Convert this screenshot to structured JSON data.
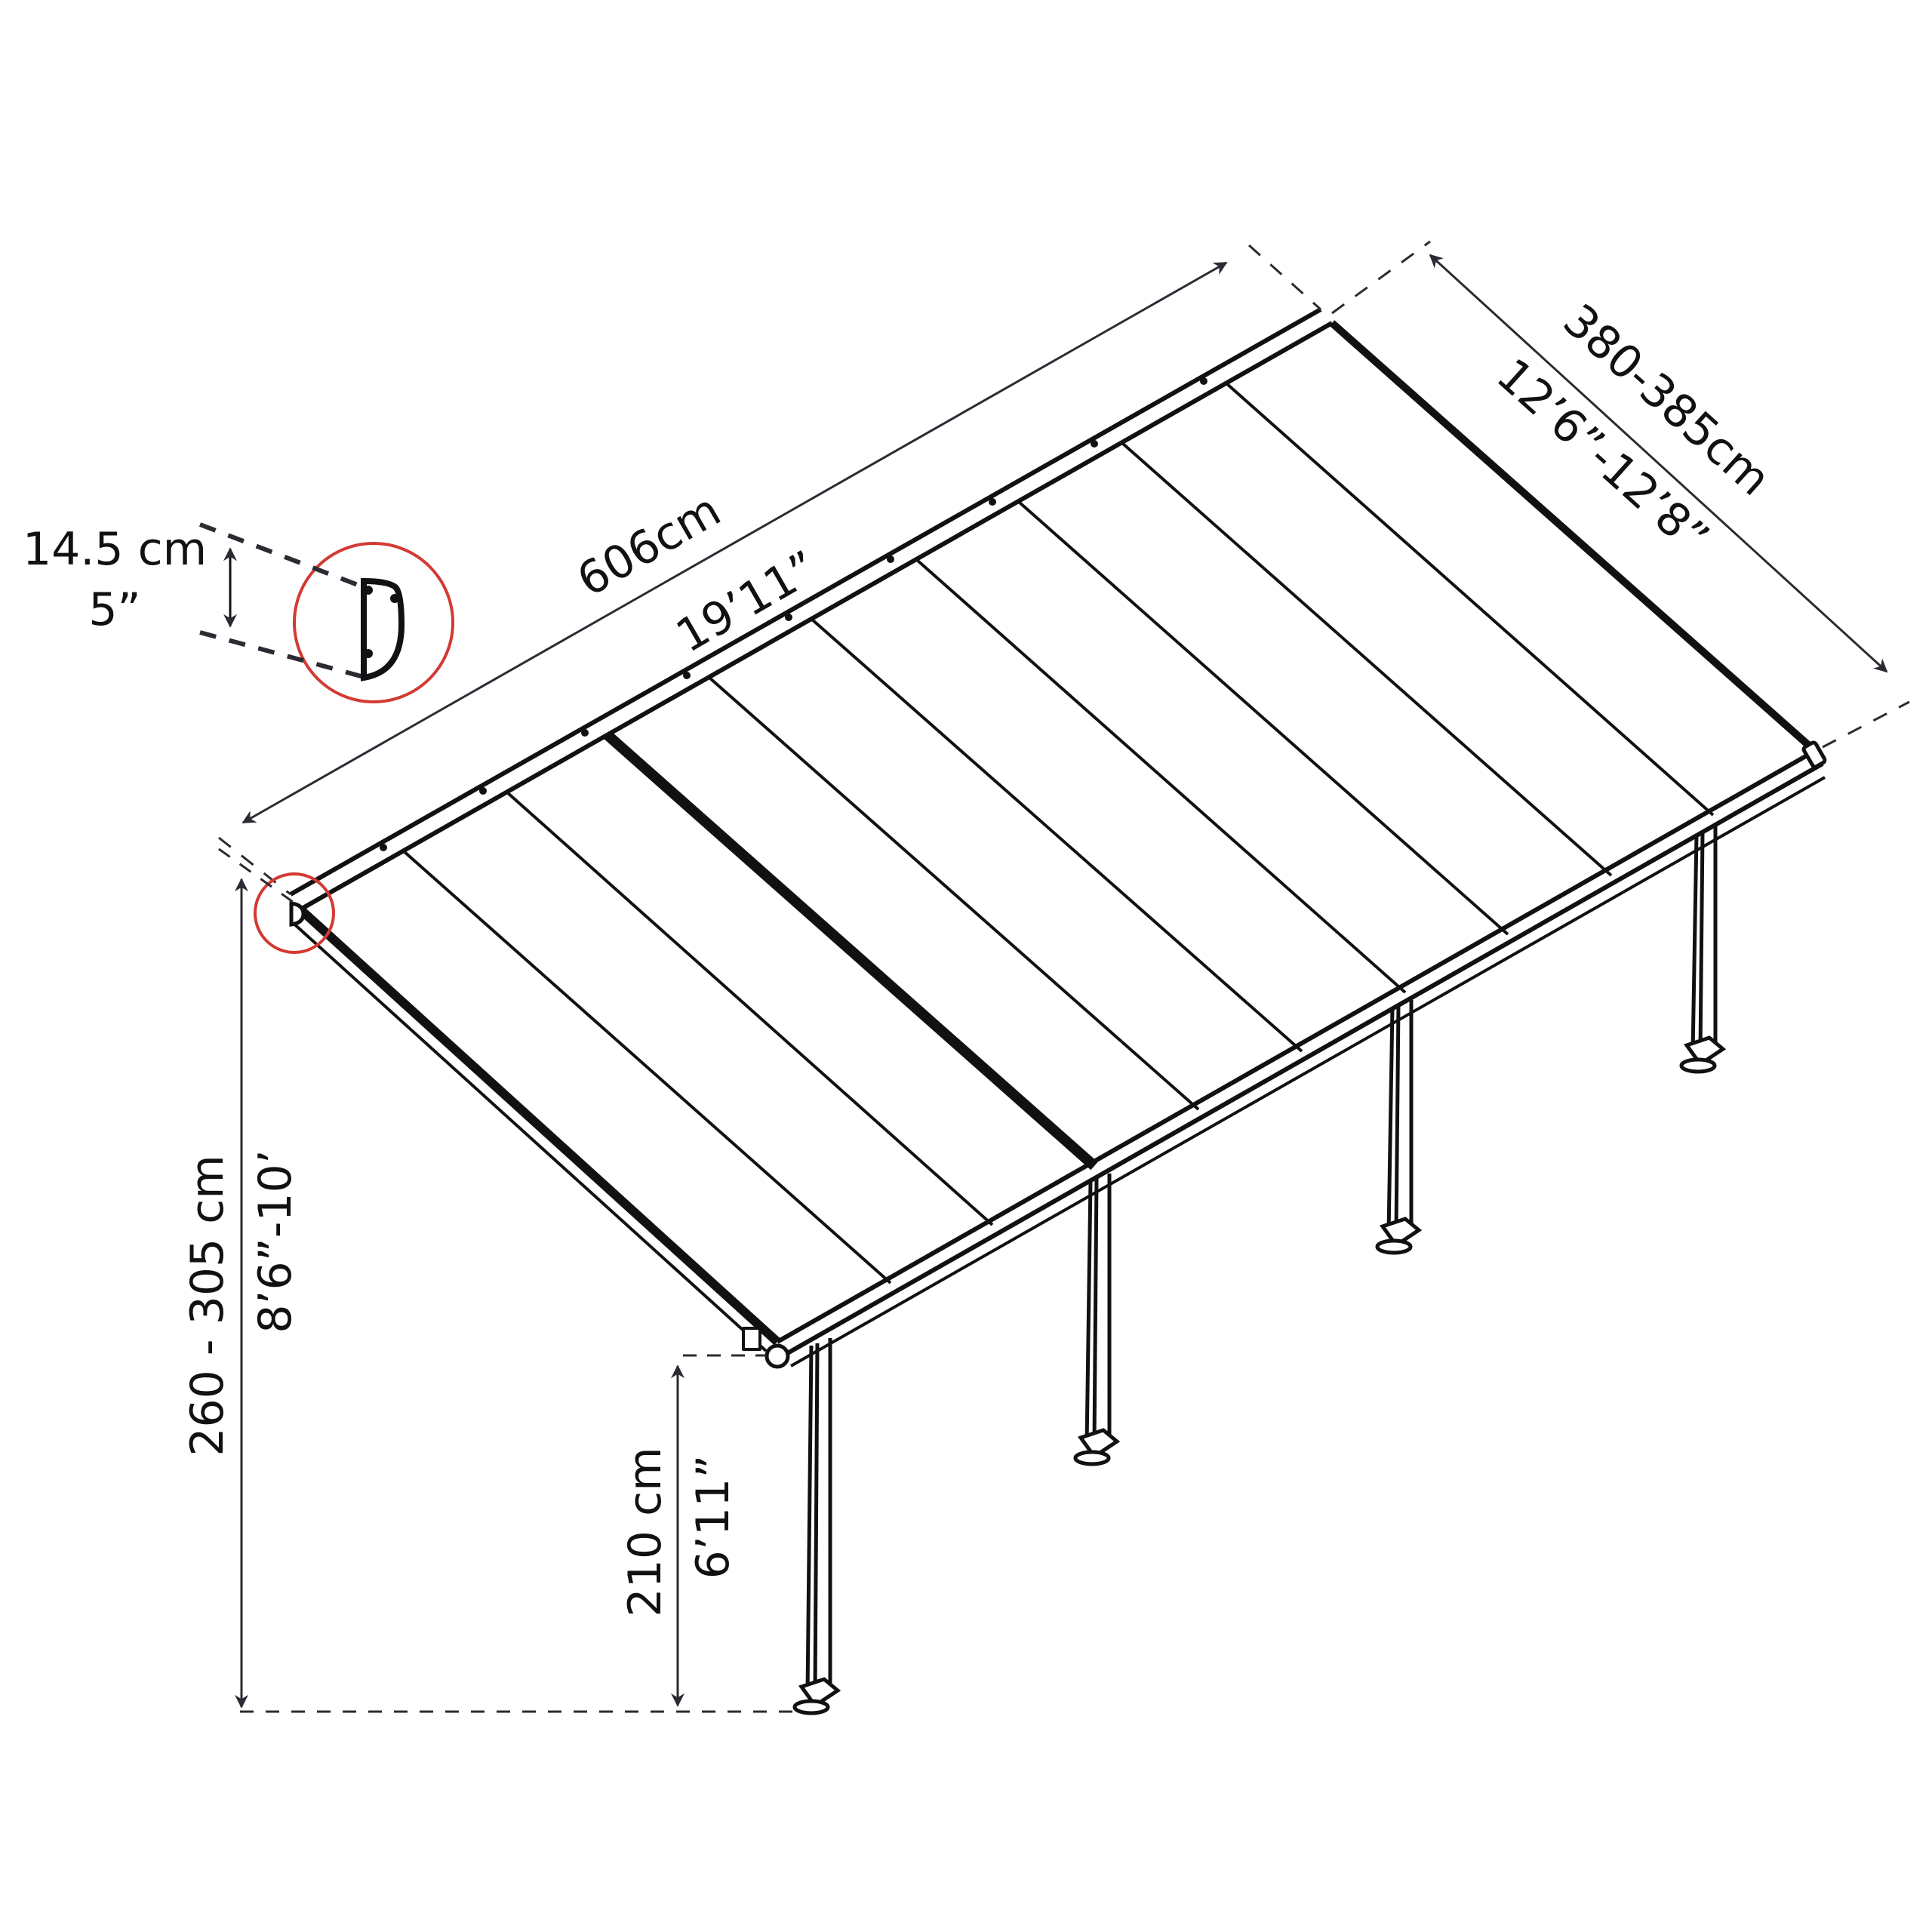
{
  "diagram": {
    "type": "patio-cover-dimension-drawing",
    "colors": {
      "line": "#111111",
      "dim_line": "#2b2b33",
      "highlight_circle": "#d23a33",
      "background": "#ffffff"
    },
    "panels_count": 10,
    "posts_count": 4
  },
  "dimensions": {
    "length": {
      "metric": "606cm",
      "imperial": "19’11”"
    },
    "width": {
      "metric": "380-385cm",
      "imperial": "12’6”-12’8”"
    },
    "wall_height": {
      "metric": "260 - 305 cm",
      "imperial": "8’6”-10’"
    },
    "gutter_height": {
      "metric": "210 cm",
      "imperial": "6’11”"
    },
    "profile_height": {
      "metric": "14.5 cm",
      "imperial": "5”"
    }
  }
}
